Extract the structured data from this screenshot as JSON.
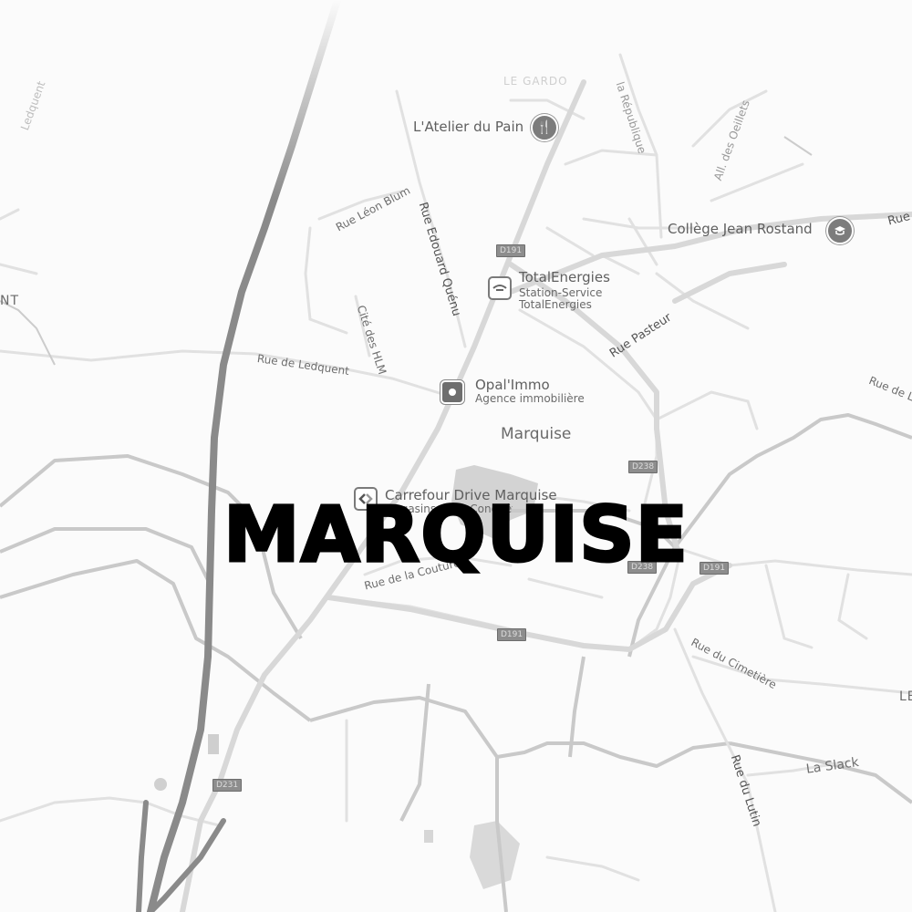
{
  "map": {
    "overlay_title": "MARQUISE",
    "town_label": "Marquise",
    "district_label": "LE GARDO",
    "left_edge_label": "NT",
    "right_edge_label": "LE",
    "streets": {
      "ledquent_top": "Ledquent",
      "leon_blum": "Rue Léon Blum",
      "edouard_quenu": "Rue Edouard Quénu",
      "cite_hlm": "Cité des HLM",
      "rue_ledquent": "Rue de Ledquent",
      "republique": "la République",
      "oeillets": "All. des Oeillets",
      "pasteur": "Rue Pasteur",
      "rue_right": "Rue",
      "rue_de_l": "Rue de L",
      "couture": "Rue de la Couture",
      "cimetiere": "Rue du Cimetière",
      "lutin": "Rue du Lutin",
      "la_slack": "La Slack"
    },
    "road_shields": [
      "D191",
      "D238",
      "D238",
      "D191",
      "D191",
      "D231"
    ],
    "pois": [
      {
        "name": "L'Atelier du Pain",
        "subtitle": "",
        "icon": "restaurant-icon"
      },
      {
        "name": "TotalEnergies",
        "subtitle_1": "Station-Service",
        "subtitle_2": "TotalEnergies",
        "icon": "gas-station-icon"
      },
      {
        "name": "Collège Jean Rostand",
        "subtitle": "",
        "icon": "school-icon"
      },
      {
        "name": "Opal'Immo",
        "subtitle": "Agence immobilière",
        "icon": "real-estate-icon"
      },
      {
        "name": "Carrefour Drive Marquise",
        "subtitle": "Magasins de la Conquête du Bonheur Marquise",
        "icon": "carrefour-icon"
      }
    ],
    "colors": {
      "background": "#fbfbfb",
      "road": "#dedede",
      "highway": "#8a8a8a",
      "boundary": "#c8c8c8",
      "title": "#000000"
    }
  }
}
